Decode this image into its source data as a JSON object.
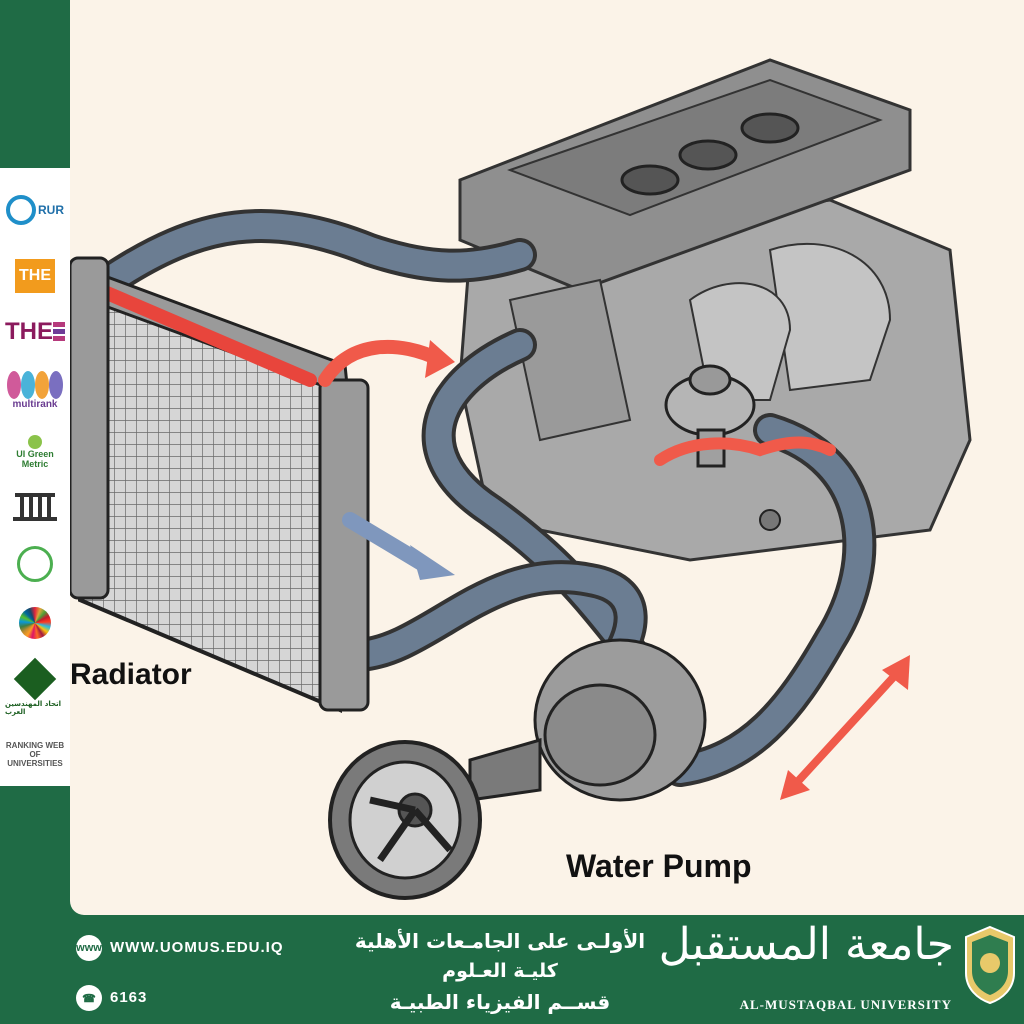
{
  "labels": {
    "radiator": "Radiator",
    "water_pump": "Water Pump"
  },
  "sidebar_logos": [
    {
      "name": "RUR",
      "text": "RUR"
    },
    {
      "name": "THE",
      "text": "THE"
    },
    {
      "name": "THE University Impact Rankings",
      "text": "THE"
    },
    {
      "name": "multirank",
      "text": "multirank"
    },
    {
      "name": "UI GreenMetric",
      "text": "UI Green Metric"
    },
    {
      "name": "institution",
      "text": ""
    },
    {
      "name": "arab rankings",
      "text": ""
    },
    {
      "name": "SDGs",
      "text": ""
    },
    {
      "name": "Federation of Arab Engineers",
      "text": "اتحاد المهندسين العرب"
    },
    {
      "name": "Webometrics",
      "text": "RANKING WEB OF UNIVERSITIES"
    }
  ],
  "footer": {
    "website": "WWW.UOMUS.EDU.IQ",
    "phone": "6163",
    "line1": "الأولـى على الجامـعات الأهلية",
    "line2": "كليـة    العـلوم",
    "line3": "قســم الفيزياء الطبيـة",
    "university_ar": "جامعة المستقبل",
    "university_en": "AL-MUSTAQBAL UNIVERSITY"
  },
  "colors": {
    "brand_green": "#1f6b45",
    "hot_arrow": "#f05a4a",
    "cold_arrow": "#7f97bd",
    "hose": "#6b7d92"
  }
}
